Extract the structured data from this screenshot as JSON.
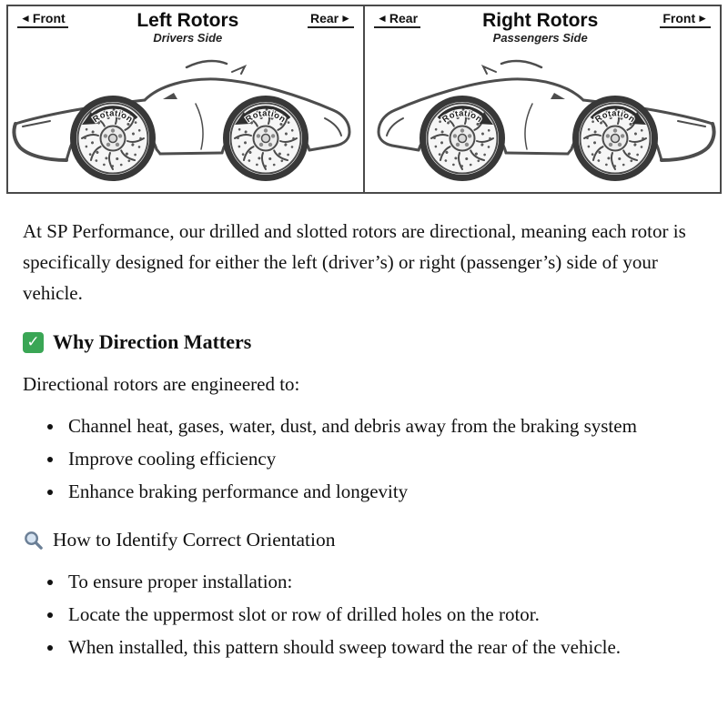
{
  "diagram": {
    "left_panel": {
      "front_label": "Front",
      "rear_label": "Rear",
      "title": "Left Rotors",
      "subtitle": "Drivers Side",
      "rotation_label": "Rotation"
    },
    "right_panel": {
      "front_label": "Front",
      "rear_label": "Rear",
      "title": "Right Rotors",
      "subtitle": "Passengers Side",
      "rotation_label": "Rotation"
    }
  },
  "icons": {
    "check_glyph": "✓"
  },
  "colors": {
    "check_green": "#3aa655",
    "magnifier_blue_gray": "#6b7f96",
    "diagram_border": "#4a4a4a"
  },
  "article": {
    "intro": "At SP Performance, our drilled and slotted rotors are directional, meaning each rotor is specifically designed for either the left (driver’s) or right (passenger’s) side of your vehicle.",
    "section1": {
      "heading": "Why Direction Matters",
      "lead": "Directional rotors are engineered to:",
      "bullets": [
        "Channel heat, gases, water, dust, and debris away from the braking system",
        "Improve cooling efficiency",
        "Enhance braking performance and longevity"
      ]
    },
    "section2": {
      "heading": "How to Identify Correct Orientation",
      "bullets": [
        "To ensure proper installation:",
        "Locate the uppermost slot or row of drilled holes on the rotor.",
        "When installed, this pattern should sweep toward the rear of the vehicle."
      ]
    }
  }
}
